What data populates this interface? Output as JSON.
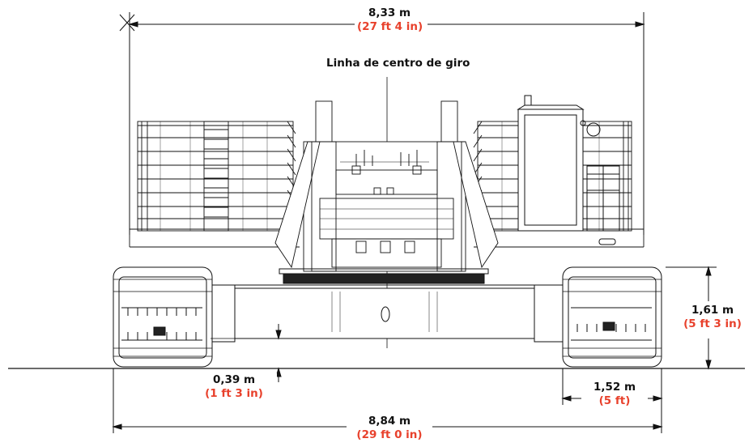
{
  "colors": {
    "line": "#111111",
    "imperial": "#e8412c",
    "background": "#ffffff"
  },
  "labels": {
    "centerline": "Linha de centro de giro"
  },
  "dimensions": {
    "top_width": {
      "metric": "8,33 m",
      "imperial": "(27 ft 4 in)"
    },
    "track_height": {
      "metric": "1,61 m",
      "imperial": "(5 ft 3 in)"
    },
    "ground_clearance": {
      "metric": "0,39 m",
      "imperial": "(1 ft 3 in)"
    },
    "track_width": {
      "metric": "1,52 m",
      "imperial": "(5 ft)"
    },
    "overall_width": {
      "metric": "8,84 m",
      "imperial": "(29 ft 0 in)"
    }
  }
}
